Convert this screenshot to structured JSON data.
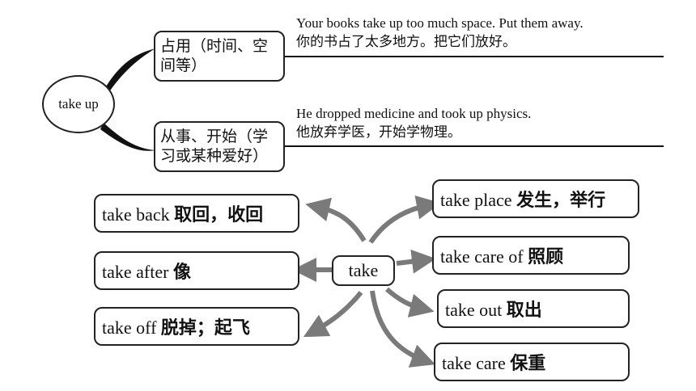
{
  "top_map": {
    "root": "take up",
    "branches": [
      {
        "sense": "占用（时间、空间等）",
        "example_en": "Your books take up too much space. Put them away.",
        "example_zh": "你的书占了太多地方。把它们放好。"
      },
      {
        "sense": "从事、开始（学习或某种爱好）",
        "example_en": "He dropped medicine and took up physics.",
        "example_zh": "他放弃学医，开始学物理。"
      }
    ]
  },
  "bottom_map": {
    "center": "take",
    "left": [
      {
        "en": "take back",
        "zh": "取回，收回"
      },
      {
        "en": "take after",
        "zh": "像"
      },
      {
        "en": "take off",
        "zh": "脱掉；起飞"
      }
    ],
    "right": [
      {
        "en": "take place",
        "zh": "发生，举行"
      },
      {
        "en": "take care of",
        "zh": "照顾"
      },
      {
        "en": "take out",
        "zh": "取出"
      },
      {
        "en": "take care",
        "zh": "保重"
      }
    ]
  },
  "colors": {
    "arrow": "#7a7a7a",
    "line": "#111111",
    "border": "#222222"
  }
}
